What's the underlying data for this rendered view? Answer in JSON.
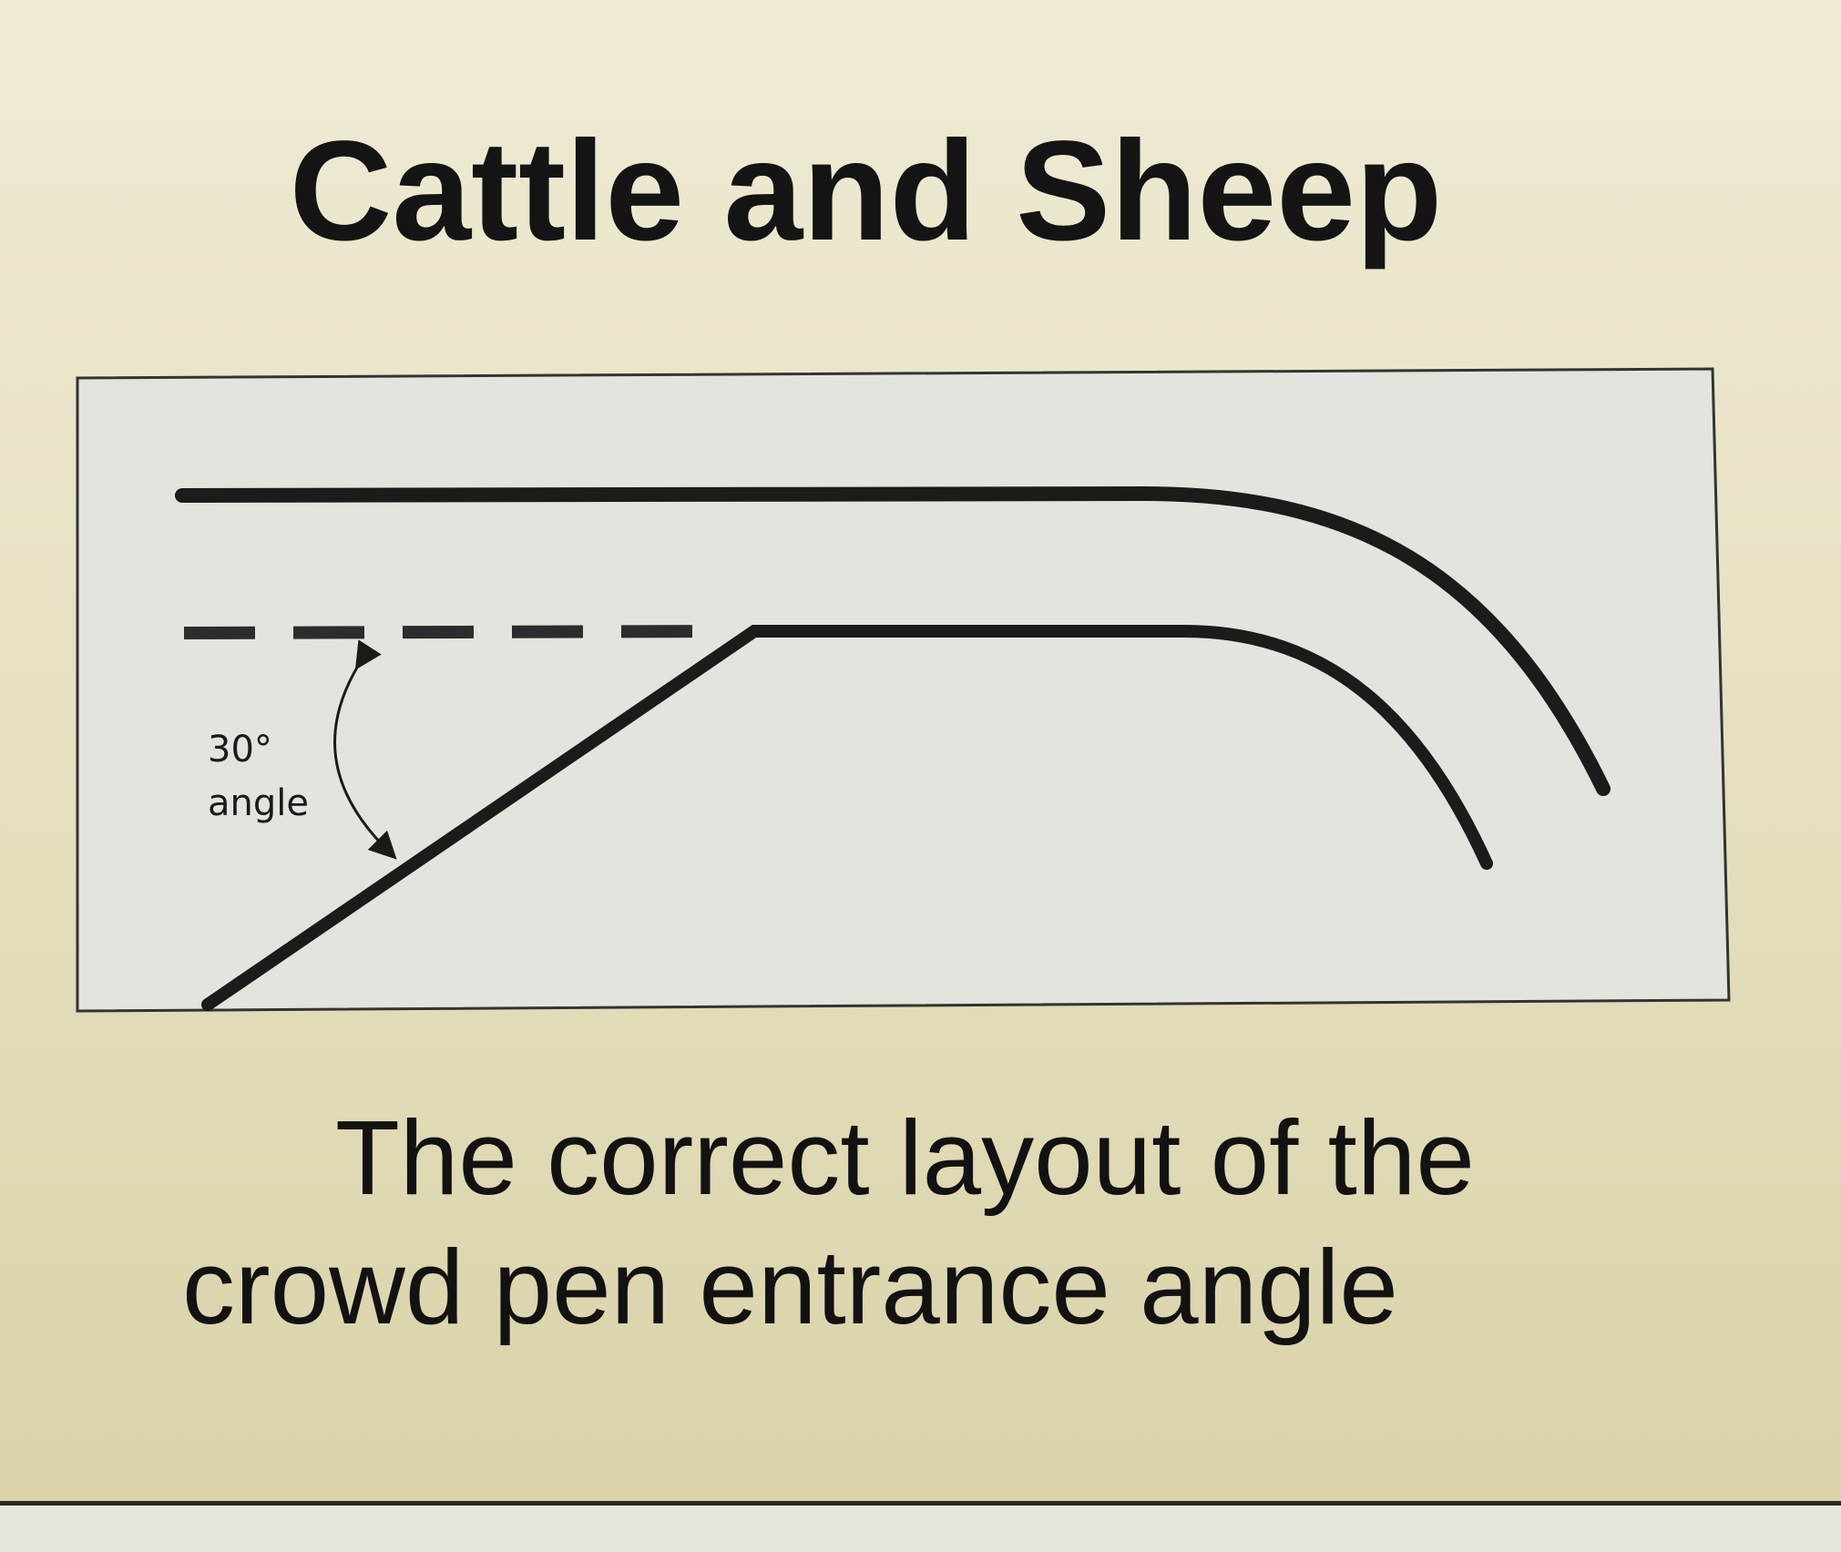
{
  "title": "Cattle and Sheep",
  "diagram": {
    "angle_label_value": "30°",
    "angle_label_word": "angle"
  },
  "caption": {
    "line1": "The correct layout of the",
    "line2": "crowd pen entrance angle"
  }
}
